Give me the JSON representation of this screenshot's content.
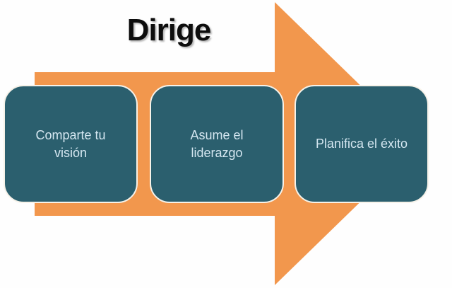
{
  "title": "Dirige",
  "steps": [
    {
      "label": "Comparte tu\nvisión"
    },
    {
      "label": "Asume el\nliderazgo"
    },
    {
      "label": "Planifica el éxito"
    }
  ],
  "colors": {
    "arrow_orange": "#F2974D",
    "box_fill": "#2B5F6E",
    "box_border": "#F6F2E9",
    "box_text": "#D5E7F1",
    "title_text": "#0D0D0D",
    "background": "#FEFEFE"
  }
}
